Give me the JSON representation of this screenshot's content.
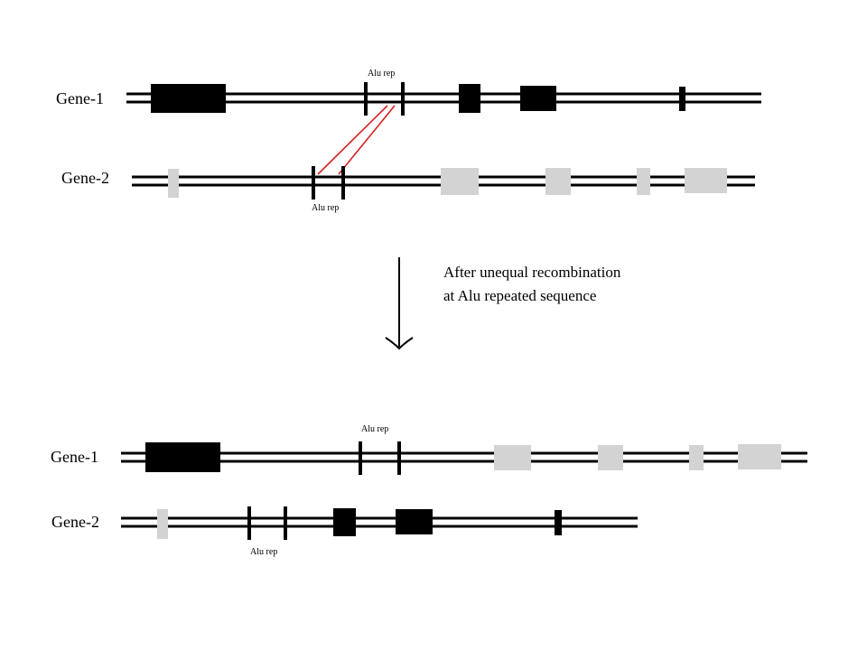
{
  "before": {
    "gene1": {
      "label": "Gene-1",
      "alu_label": "Alu rep",
      "exon_color": "#000000"
    },
    "gene2": {
      "label": "Gene-2",
      "alu_label": "Alu rep",
      "exon_color": "#d3d3d3"
    }
  },
  "annotation": {
    "line1": "After unequal recombination",
    "line2": "at Alu repeated  sequence"
  },
  "after": {
    "gene1": {
      "label": "Gene-1",
      "alu_label": "Alu rep"
    },
    "gene2": {
      "label": "Gene-2",
      "alu_label": "Alu rep"
    }
  },
  "colors": {
    "strand": "#000000",
    "gene1_exon": "#000000",
    "gene2_exon": "#d3d3d3",
    "crossover": "#d42020"
  }
}
